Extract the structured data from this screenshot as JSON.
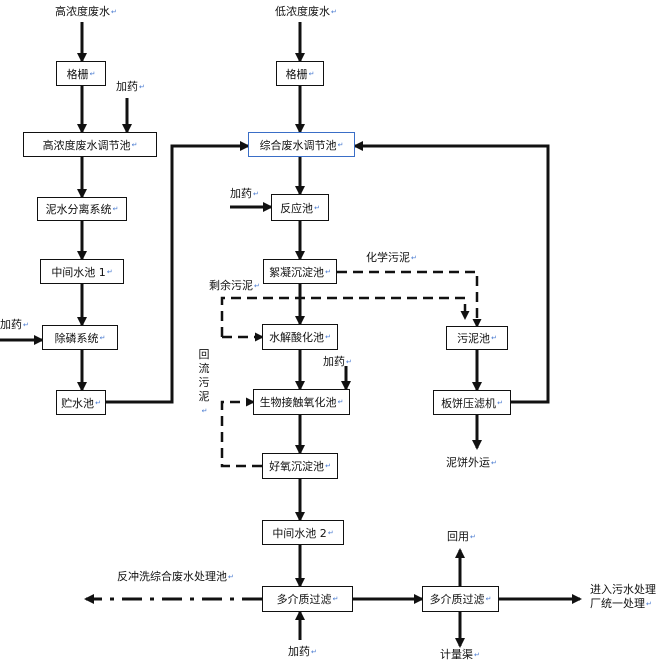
{
  "inputs": {
    "high_conc_water": "高浓度废水",
    "low_conc_water": "低浓度废水"
  },
  "nodes": {
    "grid_left": "格栅",
    "high_conc_tank": "高浓度废水调节池",
    "mud_sep": "泥水分离系统",
    "mid_tank_1": "中间水池 1",
    "p_removal": "除磷系统",
    "storage_tank": "贮水池",
    "grid_right": "格栅",
    "combined_tank": "综合废水调节池",
    "reaction_tank": "反应池",
    "coag_tank": "絮凝沉淀池",
    "hydrolysis_tank": "水解酸化池",
    "bio_contact_tank": "生物接触氧化池",
    "aerobic_settle_tank": "好氧沉淀池",
    "mid_tank_2": "中间水池 2",
    "filter_left": "多介质过滤",
    "filter_right": "多介质过滤",
    "sludge_tank": "污泥池",
    "filter_press": "板饼压滤机"
  },
  "labels": {
    "dosing_1": "加药",
    "dosing_2": "加药",
    "dosing_3": "加药",
    "dosing_4": "加药",
    "dosing_5": "加药",
    "chemical_sludge": "化学污泥",
    "excess_sludge": "剩余污泥",
    "return_sludge": "回流污泥",
    "sludge_cake_out": "泥饼外运",
    "backwash": "反冲洗综合废水处理池",
    "reuse": "回用",
    "metering_channel": "计量渠",
    "to_plant": "进入污水处理厂统一处理"
  },
  "colors": {
    "line": "#111111",
    "highlight_border": "#3a6ec7",
    "paragraph_mark": "#4a7bd0"
  }
}
